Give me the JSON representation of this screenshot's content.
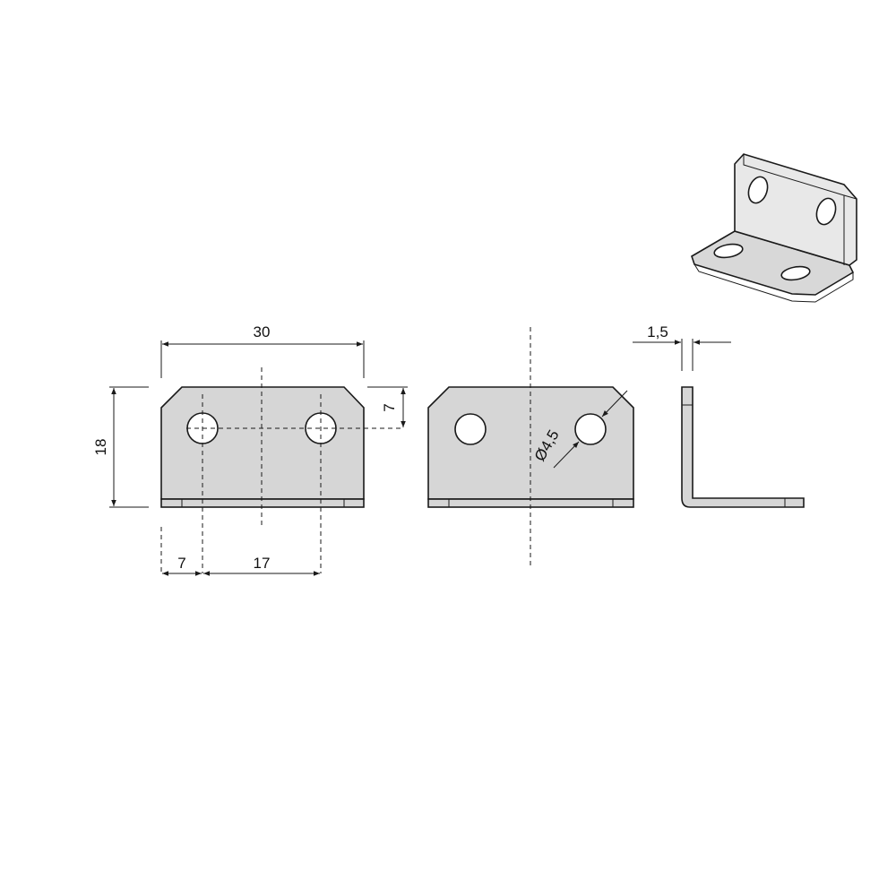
{
  "dimensions": {
    "width": "30",
    "height": "18",
    "hole_vertical_offset": "7",
    "hole_edge_offset": "7",
    "hole_spacing": "17",
    "hole_diameter": "Ø4,5",
    "thickness": "1,5"
  },
  "colors": {
    "part_fill": "#d6d6d6",
    "line": "#1a1a1a",
    "background": "#ffffff"
  }
}
